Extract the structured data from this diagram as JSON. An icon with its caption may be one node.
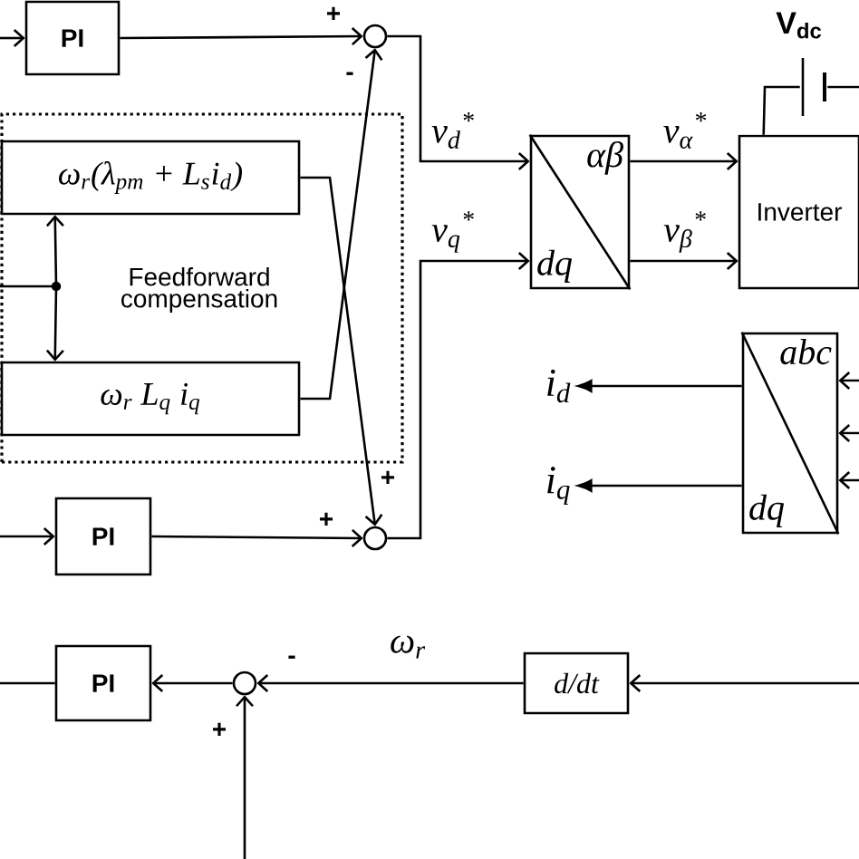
{
  "diagram": {
    "nodes": [
      {
        "text": [
          "PI"
        ]
      },
      {
        "text": [],
        "shape": "circle"
      },
      {
        "text": [
          "Feedforward compensation"
        ]
      },
      {
        "text": [
          "ω$_{r}$(λ$_{pm}$ + L$_{s}$i$_{d}$)"
        ],
        "in": 2
      },
      {
        "text": [
          "ω$_{r}$ L$_{q}$ i$_{q}$"
        ],
        "in": 2
      },
      {
        "text": [
          "PI"
        ]
      },
      {
        "text": [],
        "shape": "circle"
      },
      {
        "text": [
          "αβ",
          "dq"
        ]
      },
      {
        "text": [
          "Inverter"
        ]
      },
      {
        "text": [
          "abc",
          "dq"
        ]
      },
      {
        "text": [
          "i$_{d}$"
        ]
      },
      {
        "text": [
          "i$_{q}$"
        ]
      },
      {
        "text": [
          "PI"
        ]
      },
      {
        "text": [],
        "shape": "circle"
      },
      {
        "text": [
          "d/dt"
        ]
      },
      {
        "text": [],
        "shape": "battery",
        "beside": [
          "V$_{dc}$"
        ]
      }
    ],
    "edges": [
      {
        "from": null,
        "to": 0,
        "arrow": "to"
      },
      {
        "from": 0,
        "to": 1,
        "arrow": "to"
      },
      {
        "from": 4,
        "to": 1,
        "arrow": "to"
      },
      {
        "from": 3,
        "to": 6,
        "arrow": "to"
      },
      {
        "from": null,
        "to": 3,
        "arrow": "to"
      },
      {
        "from": null,
        "to": 4,
        "arrow": "to"
      },
      {
        "from": null,
        "to": 5,
        "arrow": "to"
      },
      {
        "from": 5,
        "to": 6,
        "arrow": "to"
      },
      {
        "from": 1,
        "to": 7,
        "arrow": "to",
        "label": "v$_{d}$$^{*}$"
      },
      {
        "from": 6,
        "to": 7,
        "arrow": "to",
        "label": "v$_{q}$$^{*}$"
      },
      {
        "from": 7,
        "to": 8,
        "arrow": "to",
        "label": "v$_{α}$$^{*}$"
      },
      {
        "from": 7,
        "to": 8,
        "arrow": "to",
        "label": "v$_{β}$$^{*}$"
      },
      {
        "from": 8,
        "to": 15,
        "arrow": "none"
      },
      {
        "from": 15,
        "to": null,
        "arrow": "none"
      },
      {
        "from": null,
        "to": 9,
        "arrow": "to"
      },
      {
        "from": null,
        "to": 9,
        "arrow": "to"
      },
      {
        "from": null,
        "to": 9,
        "arrow": "to"
      },
      {
        "from": 9,
        "to": 10,
        "arrow": "to"
      },
      {
        "from": 9,
        "to": 11,
        "arrow": "to"
      },
      {
        "from": 12,
        "to": null,
        "arrow": "none"
      },
      {
        "from": 13,
        "to": 12,
        "arrow": "to"
      },
      {
        "from": 14,
        "to": 13,
        "arrow": "to",
        "label": "ω$_{r}$"
      },
      {
        "from": null,
        "to": 13,
        "arrow": "to"
      },
      {
        "from": null,
        "to": 14,
        "arrow": "to"
      }
    ],
    "labels": [
      "+",
      "-",
      "+",
      "+",
      "-",
      "+"
    ]
  }
}
